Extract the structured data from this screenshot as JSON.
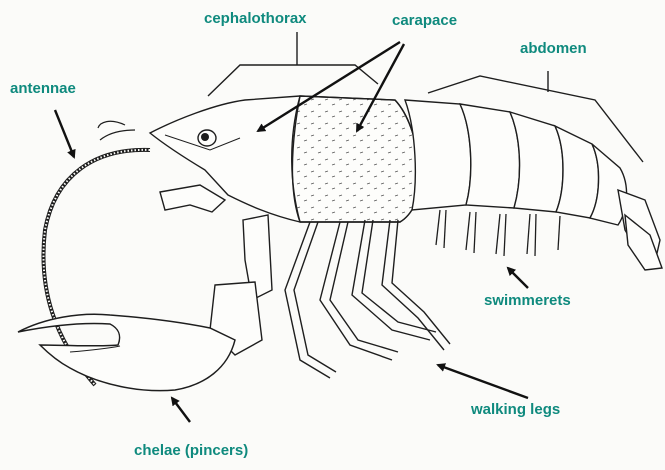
{
  "colors": {
    "label": "#0f8a7e",
    "ink": "#1e1e1e",
    "paper": "#fbfbf9"
  },
  "labels": {
    "cephalothorax": "cephalothorax",
    "carapace": "carapace",
    "abdomen": "abdomen",
    "antennae": "antennae",
    "swimmerets": "swimmerets",
    "walking_legs": "walking legs",
    "chelae": "chelae (pincers)"
  }
}
